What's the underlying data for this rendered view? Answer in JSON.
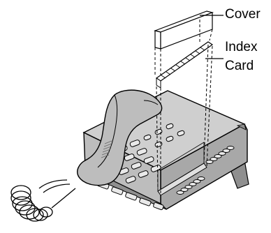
{
  "labels": {
    "cover": "Cover",
    "index_line1": "Index",
    "index_line2": "Card"
  },
  "colors": {
    "outline": "#000000",
    "body": "#bdbdbd",
    "body_dark": "#8f8f8f",
    "body_light": "#d6d6d6",
    "key": "#e9e9e9",
    "background": "#ffffff"
  }
}
